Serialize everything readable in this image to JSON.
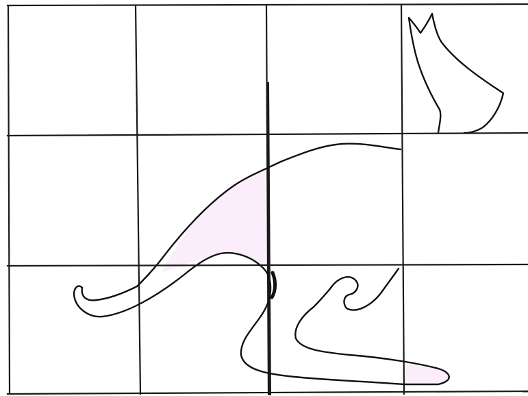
{
  "figure": {
    "grid": {
      "rows": 3,
      "columns": 4
    },
    "colors": {
      "line": "#1a1a1a",
      "outline": "#111111",
      "tint": "#fbeefa",
      "background": "#ffffff"
    },
    "pieces": [
      {
        "name": "ear-fragment",
        "cell": {
          "row": 1,
          "column": 4
        }
      },
      {
        "name": "back-curve",
        "cell": {
          "row": 2,
          "column": 3
        }
      },
      {
        "name": "tinted-wedge",
        "cell": {
          "row": 2,
          "column": 2
        }
      },
      {
        "name": "tail-curl",
        "cell": {
          "row": 3,
          "column": 1
        }
      },
      {
        "name": "leg-and-paw",
        "cell": {
          "row": 3,
          "column": 3
        }
      }
    ]
  }
}
